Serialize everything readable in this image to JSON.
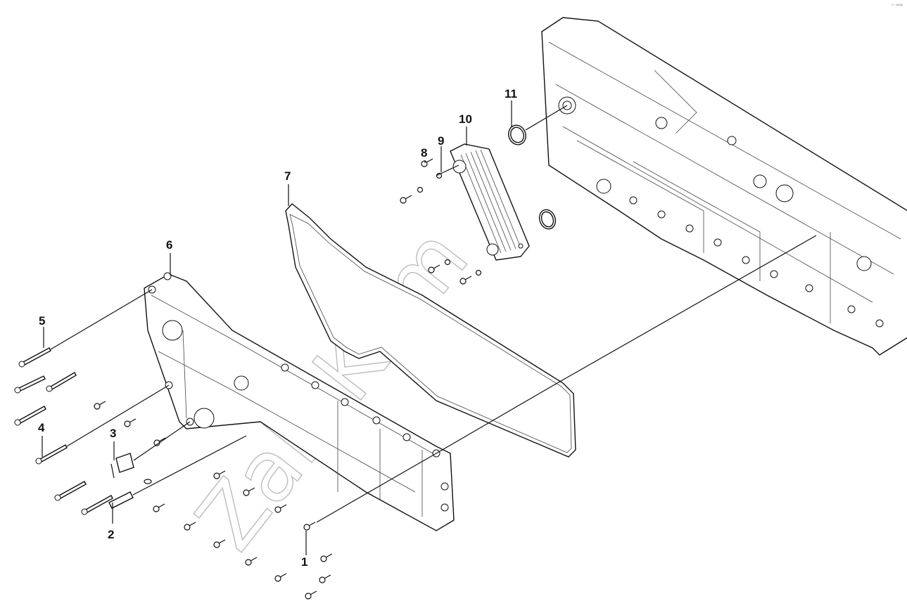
{
  "watermark": "ZaP-Kam",
  "corner_mark": "⌐ ∞∞",
  "callouts": [
    "1",
    "2",
    "3",
    "4",
    "5",
    "6",
    "7",
    "8",
    "9",
    "10",
    "11"
  ]
}
